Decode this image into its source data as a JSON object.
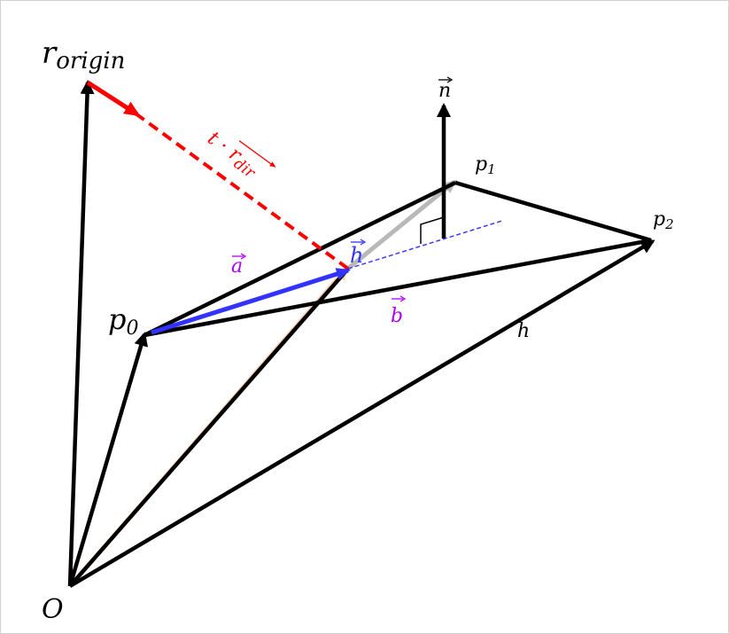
{
  "labels": {
    "r_origin_base": "r",
    "r_origin_sub": "origin",
    "t_dot": "t · ",
    "r_dir_base": "r",
    "r_dir_sub": "dir",
    "n_vec": "n",
    "p1_base": "p",
    "p1_sub": "1",
    "p2_base": "p",
    "p2_sub": "2",
    "p0_base": "p",
    "p0_sub": "0",
    "h_vec": "h",
    "a_vec": "a",
    "b_vec": "b",
    "h_bottom": "h",
    "origin": "O"
  },
  "colors": {
    "black": "#000000",
    "red": "#ff0000",
    "blue": "#3333ff",
    "purple": "#b000ff",
    "peach": "#f6cbb0",
    "gray": "#b8b8b8"
  }
}
